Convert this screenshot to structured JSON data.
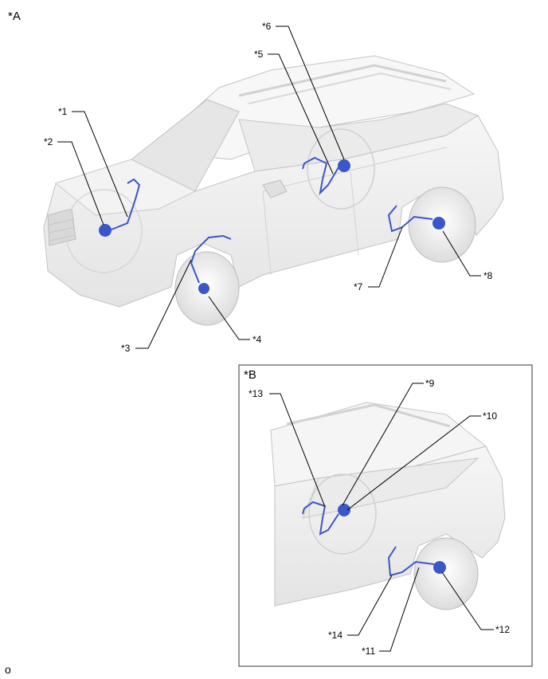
{
  "views": {
    "a": {
      "label": "*A"
    },
    "b": {
      "label": "*B"
    }
  },
  "callouts": {
    "c1": "*1",
    "c2": "*2",
    "c3": "*3",
    "c4": "*4",
    "c5": "*5",
    "c6": "*6",
    "c7": "*7",
    "c8": "*8",
    "c9": "*9",
    "c10": "*10",
    "c11": "*11",
    "c12": "*12",
    "c13": "*13",
    "c14": "*14"
  },
  "footer": {
    "code": "o"
  },
  "colors": {
    "part_blue": "#3a56c8",
    "body_fill": "#f1f1f1",
    "body_stroke": "#c8c8c8",
    "leader": "#000000"
  }
}
